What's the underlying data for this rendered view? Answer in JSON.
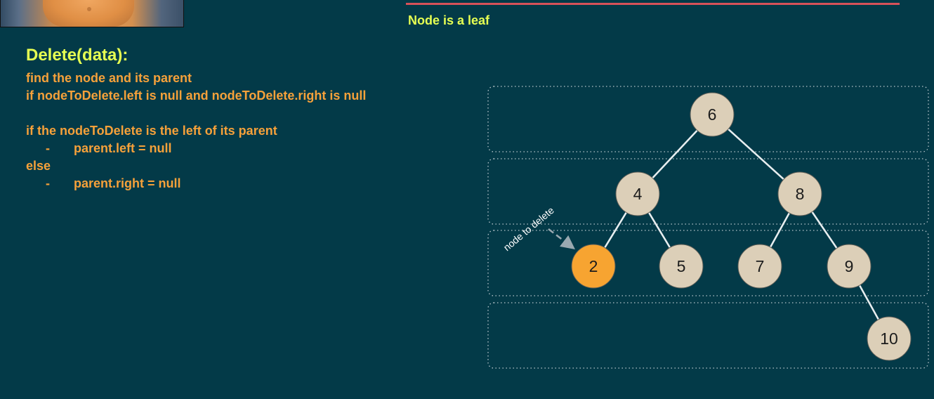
{
  "header": {
    "case_title": "Node is a leaf",
    "accent_rule_color": "#d65159"
  },
  "algorithm": {
    "title": "Delete(data):",
    "lines": [
      "find the node and its parent",
      "if nodeToDelete.left  is null and nodeToDelete.right is null",
      "if the nodeToDelete is the left of its parent",
      "parent.left = null",
      "else",
      "parent.right = null"
    ],
    "bullet": "-"
  },
  "tree": {
    "annotation": "node to delete",
    "highlight_color": "#f7a431",
    "node_color": "#dccfb8",
    "nodes": [
      {
        "id": "n6",
        "value": "6"
      },
      {
        "id": "n4",
        "value": "4"
      },
      {
        "id": "n8",
        "value": "8"
      },
      {
        "id": "n2",
        "value": "2",
        "highlighted": true
      },
      {
        "id": "n5",
        "value": "5"
      },
      {
        "id": "n7",
        "value": "7"
      },
      {
        "id": "n9",
        "value": "9"
      },
      {
        "id": "n10",
        "value": "10"
      }
    ],
    "edges": [
      [
        "n6",
        "n4"
      ],
      [
        "n6",
        "n8"
      ],
      [
        "n4",
        "n2"
      ],
      [
        "n4",
        "n5"
      ],
      [
        "n8",
        "n7"
      ],
      [
        "n8",
        "n9"
      ],
      [
        "n9",
        "n10"
      ]
    ]
  },
  "colors": {
    "background": "#033a48",
    "title": "#e6ff52",
    "code": "#f6a13a"
  }
}
